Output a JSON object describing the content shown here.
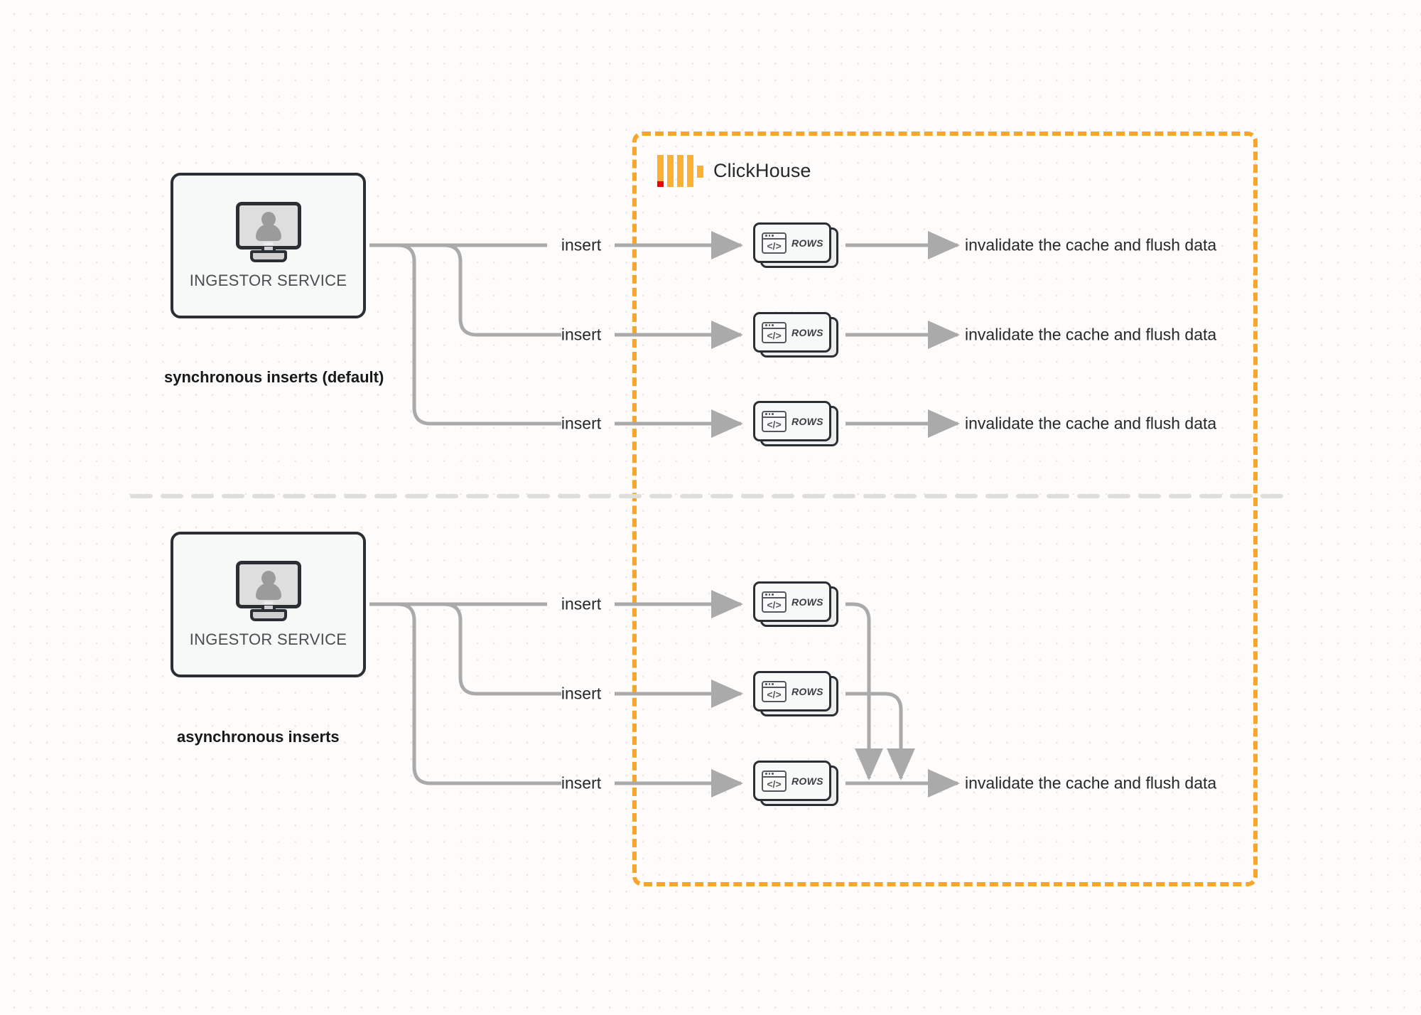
{
  "diagram": {
    "title": "ClickHouse synchronous vs asynchronous inserts",
    "colors": {
      "boundary": "#f8a52b",
      "logo_orange": "#fbb136",
      "logo_red": "#f10000",
      "wire": "#aaaaaa",
      "node_border": "#2b2f33",
      "node_fill": "#f7f8f8",
      "canvas": "#fdfcfb",
      "divider": "#dededd"
    }
  },
  "boundary": {
    "name": "ClickHouse",
    "logo_icon": "clickhouse-logo-icon"
  },
  "groups": [
    {
      "id": "sync",
      "caption": "synchronous inserts (default)",
      "ingestor": {
        "label": "INGESTOR SERVICE",
        "icon": "monitor-user-icon"
      },
      "branches": [
        {
          "insert_label": "insert",
          "rows_label": "ROWS",
          "rows_icon": "code-window-icon",
          "result_label": "invalidate the cache and flush data"
        },
        {
          "insert_label": "insert",
          "rows_label": "ROWS",
          "rows_icon": "code-window-icon",
          "result_label": "invalidate the cache and flush data"
        },
        {
          "insert_label": "insert",
          "rows_label": "ROWS",
          "rows_icon": "code-window-icon",
          "result_label": "invalidate the cache and flush data"
        }
      ]
    },
    {
      "id": "async",
      "caption": "asynchronous inserts",
      "ingestor": {
        "label": "INGESTOR SERVICE",
        "icon": "monitor-user-icon"
      },
      "branches": [
        {
          "insert_label": "insert",
          "rows_label": "ROWS",
          "rows_icon": "code-window-icon"
        },
        {
          "insert_label": "insert",
          "rows_label": "ROWS",
          "rows_icon": "code-window-icon"
        },
        {
          "insert_label": "insert",
          "rows_label": "ROWS",
          "rows_icon": "code-window-icon"
        }
      ],
      "merged_result_label": "invalidate the cache and flush data"
    }
  ]
}
